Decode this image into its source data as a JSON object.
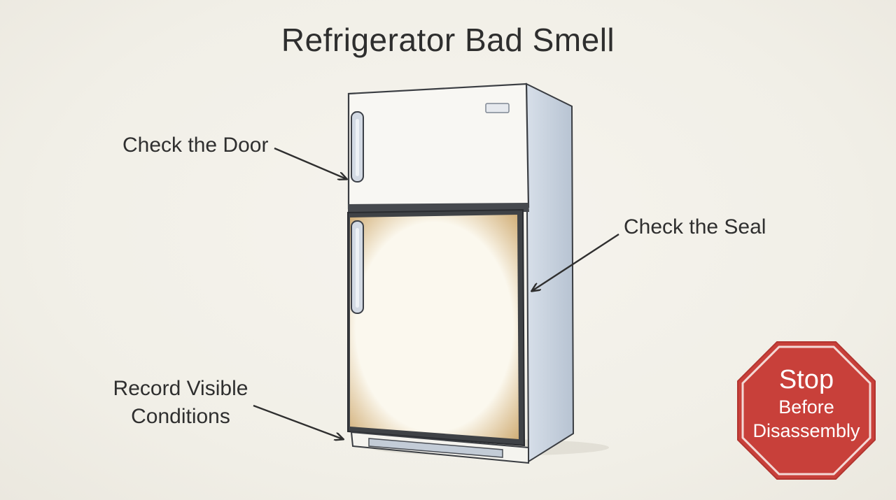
{
  "title": "Refrigerator Bad Smell",
  "callouts": {
    "door": "Check the Door",
    "seal": "Check the Seal",
    "record_line1": "Record Visible",
    "record_line2": "Conditions"
  },
  "stop_sign": {
    "line1": "Stop",
    "line2": "Before",
    "line3": "Disassembly",
    "color": "#c8403a"
  },
  "colors": {
    "background": "#f1efe7",
    "fridge_body": "#f7f6f1",
    "fridge_side": "#c9d3df",
    "gasket": "#3f4246",
    "stain": "#d9b070",
    "arrow": "#2f2f2f"
  }
}
